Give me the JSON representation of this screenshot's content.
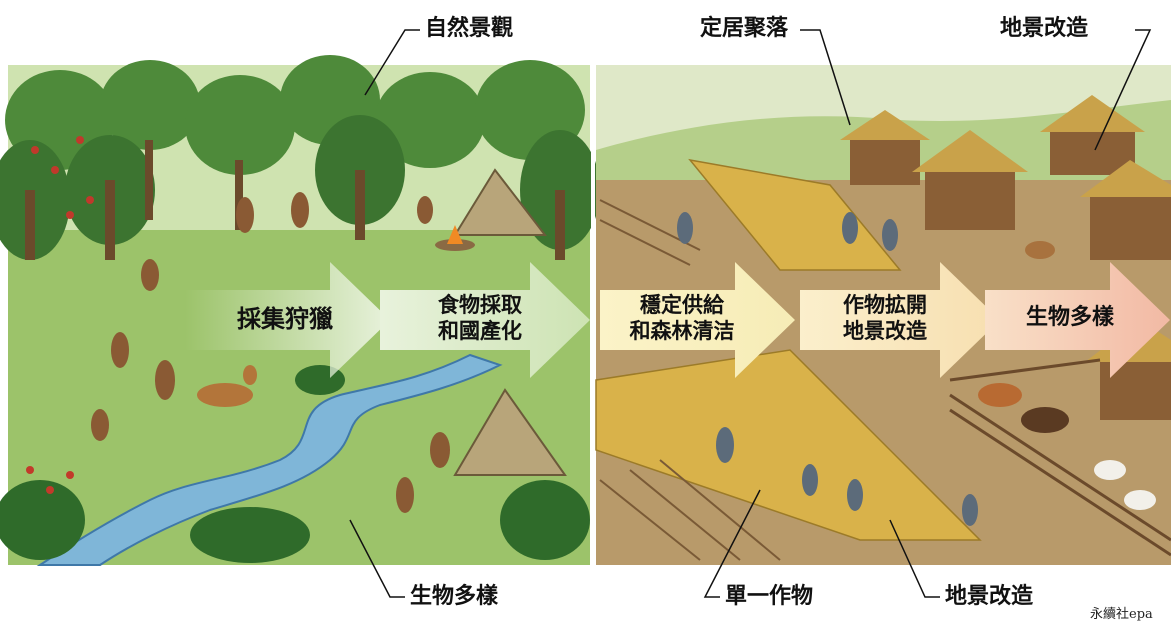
{
  "labels": {
    "natural_landscape": "自然景觀",
    "sedentary_settlement": "定居聚落",
    "landscape_modification_top": "地景改造",
    "biodiversity_bottom": "生物多樣",
    "monoculture": "單一作物",
    "landscape_modification_bottom": "地景改造"
  },
  "arrows": [
    {
      "line1": "採集狩獵",
      "line2": ""
    },
    {
      "line1": "食物採取",
      "line2": "和國產化"
    },
    {
      "line1": "穩定供給",
      "line2": "和森林清洁"
    },
    {
      "line1": "作物拡開",
      "line2": "地景改造"
    },
    {
      "line1": "生物多樣",
      "line2": ""
    }
  ],
  "watermark": "永續社epa",
  "colors": {
    "arrow1": "#e8f2dc",
    "arrow2": "#d7e8c0",
    "arrow3": "#f6edb8",
    "arrow4": "#f7dfb0",
    "arrow5": "#f2b9a4",
    "forest_ground": "#9cc36a",
    "field_ground": "#b89a6a",
    "wheat": "#d9b24a",
    "river": "#7fb6d8"
  }
}
